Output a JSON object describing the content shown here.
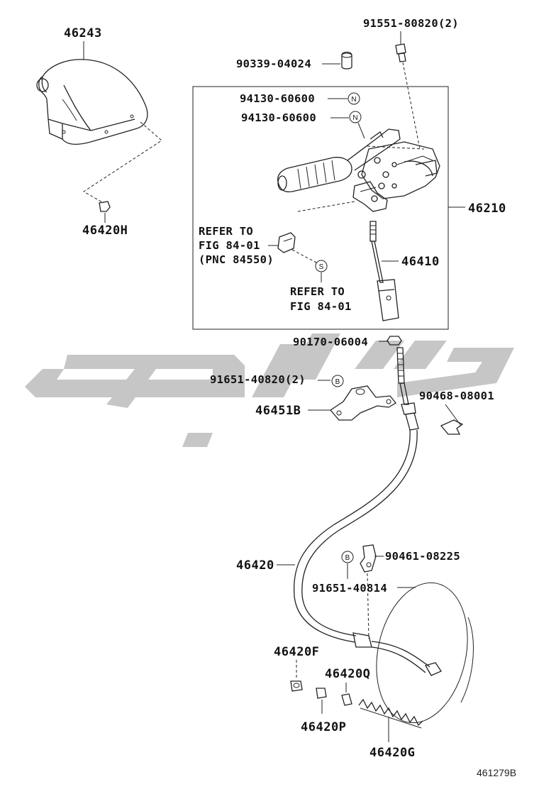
{
  "labels": {
    "p46243": "46243",
    "p91551": "91551-80820(2)",
    "p90339": "90339-04024",
    "p94130a": "94130-60600",
    "p94130b": "94130-60600",
    "p46420H": "46420H",
    "p46210": "46210",
    "refer1_l1": "REFER TO",
    "refer1_l2": "FIG 84-01",
    "refer1_l3": "(PNC 84550)",
    "p46410": "46410",
    "refer2_l1": "REFER TO",
    "refer2_l2": "FIG 84-01",
    "p90170": "90170-06004",
    "p91651a": "91651-40820(2)",
    "p90468": "90468-08001",
    "p46451B": "46451B",
    "p46420": "46420",
    "p90461": "90461-08225",
    "p91651b": "91651-40814",
    "p46420F": "46420F",
    "p46420Q": "46420Q",
    "p46420P": "46420P",
    "p46420G": "46420G",
    "figure_code": "461279B"
  },
  "markers": {
    "n1": "N",
    "n2": "N",
    "s": "S",
    "b1": "B",
    "b2": "B"
  },
  "colors": {
    "line": "#222222",
    "watermark": "#c6c6c6"
  }
}
